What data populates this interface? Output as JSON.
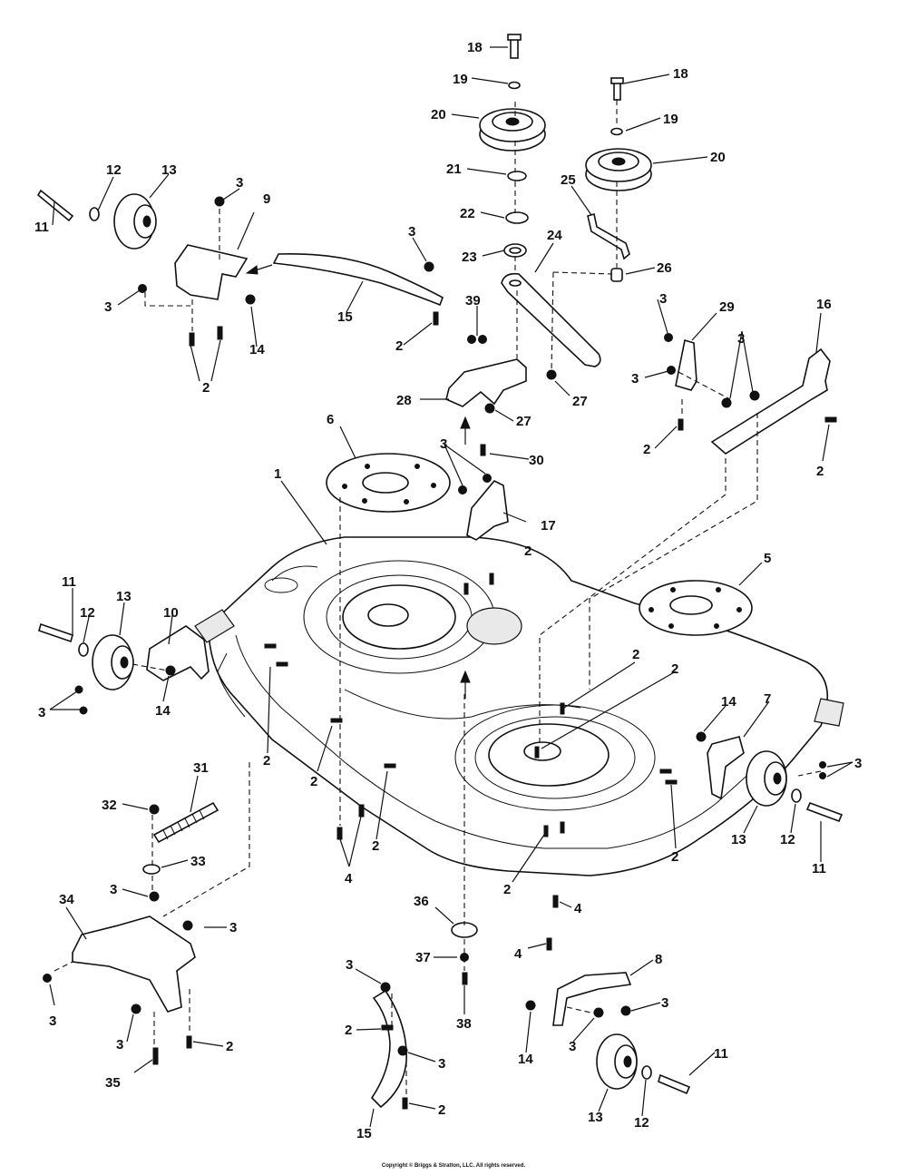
{
  "diagram": {
    "labels": [
      {
        "id": "l1",
        "text": "1"
      },
      {
        "id": "l2a",
        "text": "2"
      },
      {
        "id": "l2b",
        "text": "2"
      },
      {
        "id": "l2c",
        "text": "2"
      },
      {
        "id": "l2d",
        "text": "2"
      },
      {
        "id": "l2e",
        "text": "2"
      },
      {
        "id": "l2f",
        "text": "2"
      },
      {
        "id": "l2g",
        "text": "2"
      },
      {
        "id": "l2h",
        "text": "2"
      },
      {
        "id": "l2i",
        "text": "2"
      },
      {
        "id": "l2j",
        "text": "2"
      },
      {
        "id": "l2k",
        "text": "2"
      },
      {
        "id": "l2l",
        "text": "2"
      },
      {
        "id": "l2m",
        "text": "2"
      },
      {
        "id": "l2n",
        "text": "2"
      },
      {
        "id": "l2o",
        "text": "2"
      },
      {
        "id": "l2p",
        "text": "2"
      },
      {
        "id": "l3a",
        "text": "3"
      },
      {
        "id": "l3b",
        "text": "3"
      },
      {
        "id": "l3c",
        "text": "3"
      },
      {
        "id": "l3d",
        "text": "3"
      },
      {
        "id": "l3e",
        "text": "3"
      },
      {
        "id": "l3f",
        "text": "3"
      },
      {
        "id": "l3g",
        "text": "3"
      },
      {
        "id": "l3h",
        "text": "3"
      },
      {
        "id": "l3i",
        "text": "3"
      },
      {
        "id": "l3j",
        "text": "3"
      },
      {
        "id": "l3k",
        "text": "3"
      },
      {
        "id": "l3l",
        "text": "3"
      },
      {
        "id": "l3m",
        "text": "3"
      },
      {
        "id": "l3n",
        "text": "3"
      },
      {
        "id": "l3o",
        "text": "3"
      },
      {
        "id": "l3p",
        "text": "3"
      },
      {
        "id": "l3q",
        "text": "3"
      },
      {
        "id": "l4a",
        "text": "4"
      },
      {
        "id": "l4b",
        "text": "4"
      },
      {
        "id": "l4c",
        "text": "4"
      },
      {
        "id": "l5",
        "text": "5"
      },
      {
        "id": "l6",
        "text": "6"
      },
      {
        "id": "l7",
        "text": "7"
      },
      {
        "id": "l8",
        "text": "8"
      },
      {
        "id": "l9",
        "text": "9"
      },
      {
        "id": "l10",
        "text": "10"
      },
      {
        "id": "l11a",
        "text": "11"
      },
      {
        "id": "l11b",
        "text": "11"
      },
      {
        "id": "l11c",
        "text": "11"
      },
      {
        "id": "l11d",
        "text": "11"
      },
      {
        "id": "l12a",
        "text": "12"
      },
      {
        "id": "l12b",
        "text": "12"
      },
      {
        "id": "l12c",
        "text": "12"
      },
      {
        "id": "l12d",
        "text": "12"
      },
      {
        "id": "l13a",
        "text": "13"
      },
      {
        "id": "l13b",
        "text": "13"
      },
      {
        "id": "l13c",
        "text": "13"
      },
      {
        "id": "l13d",
        "text": "13"
      },
      {
        "id": "l14a",
        "text": "14"
      },
      {
        "id": "l14b",
        "text": "14"
      },
      {
        "id": "l14c",
        "text": "14"
      },
      {
        "id": "l14d",
        "text": "14"
      },
      {
        "id": "l15a",
        "text": "15"
      },
      {
        "id": "l15b",
        "text": "15"
      },
      {
        "id": "l16",
        "text": "16"
      },
      {
        "id": "l17",
        "text": "17"
      },
      {
        "id": "l18a",
        "text": "18"
      },
      {
        "id": "l18b",
        "text": "18"
      },
      {
        "id": "l19a",
        "text": "19"
      },
      {
        "id": "l19b",
        "text": "19"
      },
      {
        "id": "l20a",
        "text": "20"
      },
      {
        "id": "l20b",
        "text": "20"
      },
      {
        "id": "l21",
        "text": "21"
      },
      {
        "id": "l22",
        "text": "22"
      },
      {
        "id": "l23",
        "text": "23"
      },
      {
        "id": "l24",
        "text": "24"
      },
      {
        "id": "l25",
        "text": "25"
      },
      {
        "id": "l26",
        "text": "26"
      },
      {
        "id": "l27a",
        "text": "27"
      },
      {
        "id": "l27b",
        "text": "27"
      },
      {
        "id": "l28",
        "text": "28"
      },
      {
        "id": "l29",
        "text": "29"
      },
      {
        "id": "l30",
        "text": "30"
      },
      {
        "id": "l31",
        "text": "31"
      },
      {
        "id": "l32",
        "text": "32"
      },
      {
        "id": "l33",
        "text": "33"
      },
      {
        "id": "l34",
        "text": "34"
      },
      {
        "id": "l35",
        "text": "35"
      },
      {
        "id": "l36",
        "text": "36"
      },
      {
        "id": "l37",
        "text": "37"
      },
      {
        "id": "l38",
        "text": "38"
      },
      {
        "id": "l39",
        "text": "39"
      }
    ]
  },
  "footer": {
    "copyright": "Copyright © Briggs & Stratton, LLC. All rights reserved."
  }
}
